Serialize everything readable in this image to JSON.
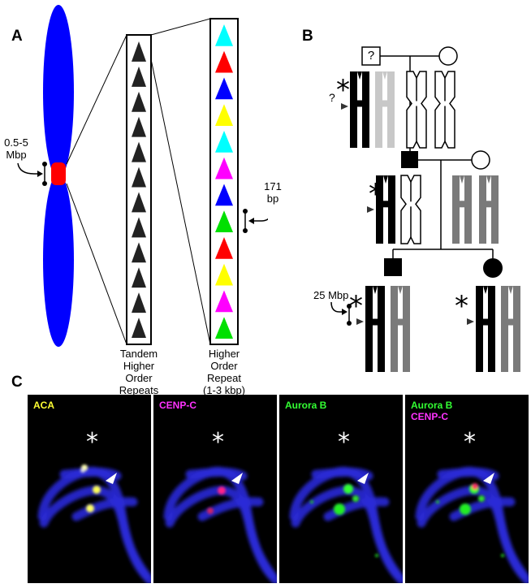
{
  "panels": {
    "a": {
      "letter": "A",
      "left_size": [
        "0.5-5",
        "Mbp"
      ],
      "tandem_label": [
        "Tandem",
        "Higher",
        "Order",
        "Repeats"
      ],
      "hor_label": [
        "Higher",
        "Order",
        "Repeat",
        "(1-3 kbp)"
      ],
      "monomer_size": [
        "171",
        "bp"
      ],
      "monomer_colors": [
        "#00ffff",
        "#ff0000",
        "#0000ff",
        "#ffff00",
        "#00ffff",
        "#ff00ff",
        "#0000ff",
        "#00e000",
        "#ff0000",
        "#ffff00",
        "#ff00ff",
        "#00e000"
      ],
      "tandem_count": 12
    },
    "b": {
      "letter": "B",
      "unknown_mark": "?",
      "question": "?",
      "asterisk": "*",
      "size_label": [
        "25 Mbp"
      ]
    },
    "c": {
      "letter": "C",
      "asterisk": "*",
      "images": [
        {
          "labels": [
            {
              "text": "ACA",
              "color": "#ffff33"
            }
          ]
        },
        {
          "labels": [
            {
              "text": "CENP-C",
              "color": "#ff33ff"
            }
          ]
        },
        {
          "labels": [
            {
              "text": "Aurora B",
              "color": "#33ff33"
            }
          ]
        },
        {
          "labels": [
            {
              "text": "Aurora B",
              "color": "#33ff33"
            },
            {
              "text": "CENP-C",
              "color": "#ff33ff"
            }
          ]
        }
      ]
    }
  },
  "colors": {
    "chromosome": "#0000ff",
    "centromere": "#ff0000",
    "grey": "#7a7a7a",
    "light_grey": "#c8c8c8"
  }
}
